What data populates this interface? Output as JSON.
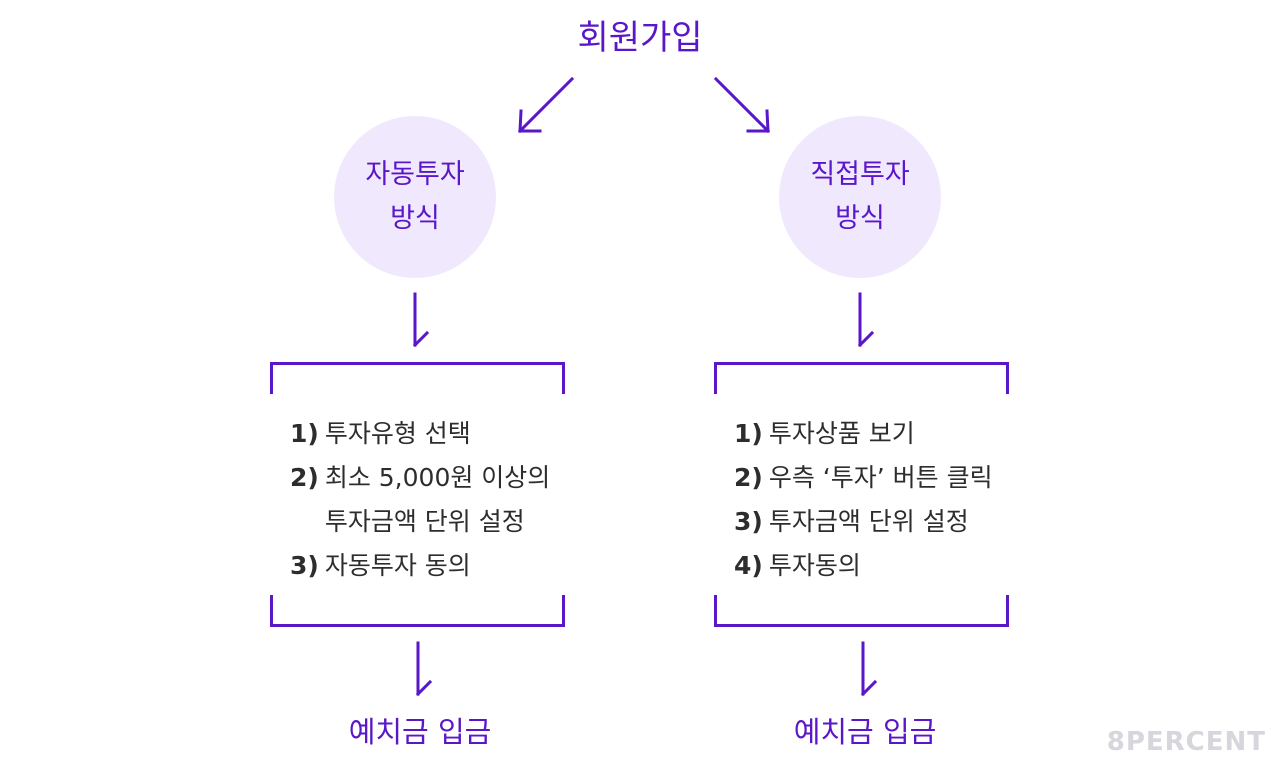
{
  "title": "회원가입",
  "left": {
    "circle_line1": "자동투자",
    "circle_line2": "방식",
    "steps": [
      {
        "num": "1)",
        "text": "투자유형 선택"
      },
      {
        "num": "2)",
        "text": "최소 5,000원 이상의 투자금액 단위 설정"
      },
      {
        "num": "3)",
        "text": "자동투자 동의"
      }
    ],
    "bottom": "예치금 입금"
  },
  "right": {
    "circle_line1": "직접투자",
    "circle_line2": "방식",
    "steps": [
      {
        "num": "1)",
        "text": "투자상품 보기"
      },
      {
        "num": "2)",
        "text": "우측 ‘투자’ 버튼 클릭"
      },
      {
        "num": "3)",
        "text": "투자금액 단위 설정"
      },
      {
        "num": "4)",
        "text": "투자동의"
      }
    ],
    "bottom": "예치금 입금"
  },
  "logo": "8PERCENT",
  "colors": {
    "accent": "#5a16c9",
    "circle_fill": "#f0e8fc",
    "text": "#2d2d2d",
    "logo": "#d6d6dc"
  }
}
